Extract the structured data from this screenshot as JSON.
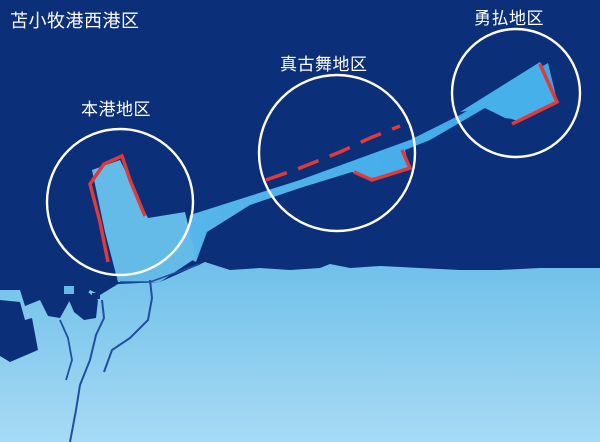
{
  "map": {
    "title": "苫小牧港西港区",
    "districts": [
      {
        "id": "honko",
        "name": "本港地区"
      },
      {
        "id": "makomai",
        "name": "真古舞地区"
      },
      {
        "id": "yufutsu",
        "name": "勇払地区"
      }
    ],
    "colors": {
      "sea": "#0b2f78",
      "land": "#69bde8",
      "land_light": "#8fd0f2",
      "channel": "#44aee9",
      "shoreline": "#1f4f9f",
      "berth": "#e03a3a",
      "circle": "#ffffff"
    }
  }
}
